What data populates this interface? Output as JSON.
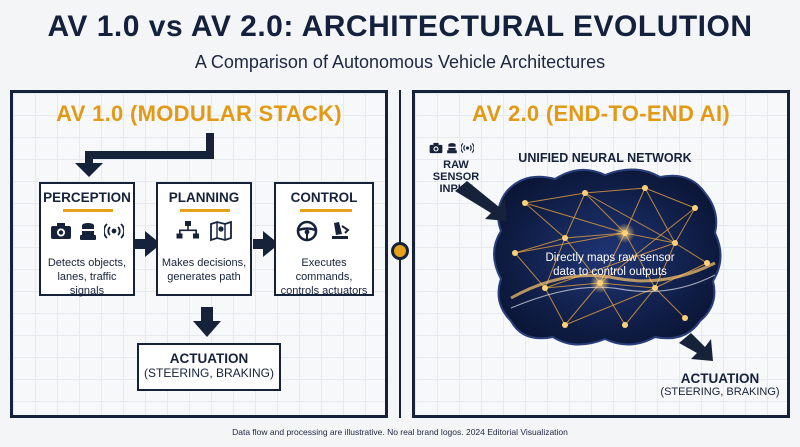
{
  "header": {
    "title": "AV 1.0 vs AV 2.0: ARCHITECTURAL EVOLUTION",
    "subtitle": "A Comparison of Autonomous Vehicle Architectures"
  },
  "left_panel": {
    "title": "AV 1.0 (MODULAR STACK)",
    "modules": [
      {
        "title": "PERCEPTION",
        "desc_line1": "Detects objects,",
        "desc_line2": "lanes, traffic signals",
        "icons": [
          "camera-icon",
          "lidar-icon",
          "radar-icon"
        ]
      },
      {
        "title": "PLANNING",
        "desc_line1": "Makes decisions,",
        "desc_line2": "generates path",
        "icons": [
          "flowchart-icon",
          "map-icon"
        ]
      },
      {
        "title": "CONTROL",
        "desc_line1": "Executes commands,",
        "desc_line2": "controls actuators",
        "icons": [
          "steering-wheel-icon",
          "pedal-icon"
        ]
      }
    ],
    "actuation": {
      "title": "ACTUATION",
      "subtitle": "(STEERING, BRAKING)"
    }
  },
  "right_panel": {
    "title": "AV 2.0 (END-TO-END AI)",
    "sensor_label_line1": "RAW SENSOR",
    "sensor_label_line2": "INPUT",
    "sensor_icons": [
      "camera-icon",
      "lidar-icon",
      "radar-icon"
    ],
    "network_title": "UNIFIED NEURAL NETWORK",
    "network_desc_line1": "Directly maps raw sensor",
    "network_desc_line2": "data to control outputs",
    "actuation": {
      "title": "ACTUATION",
      "subtitle": "(STEERING, BRAKING)"
    }
  },
  "colors": {
    "navy": "#16223a",
    "accent_gold": "#e29a15",
    "network_bg": "#0f1d45",
    "network_lines": "#f0a73a"
  },
  "footer": "Data flow and processing are illustrative. No real brand logos. 2024 Editorial Visualization"
}
